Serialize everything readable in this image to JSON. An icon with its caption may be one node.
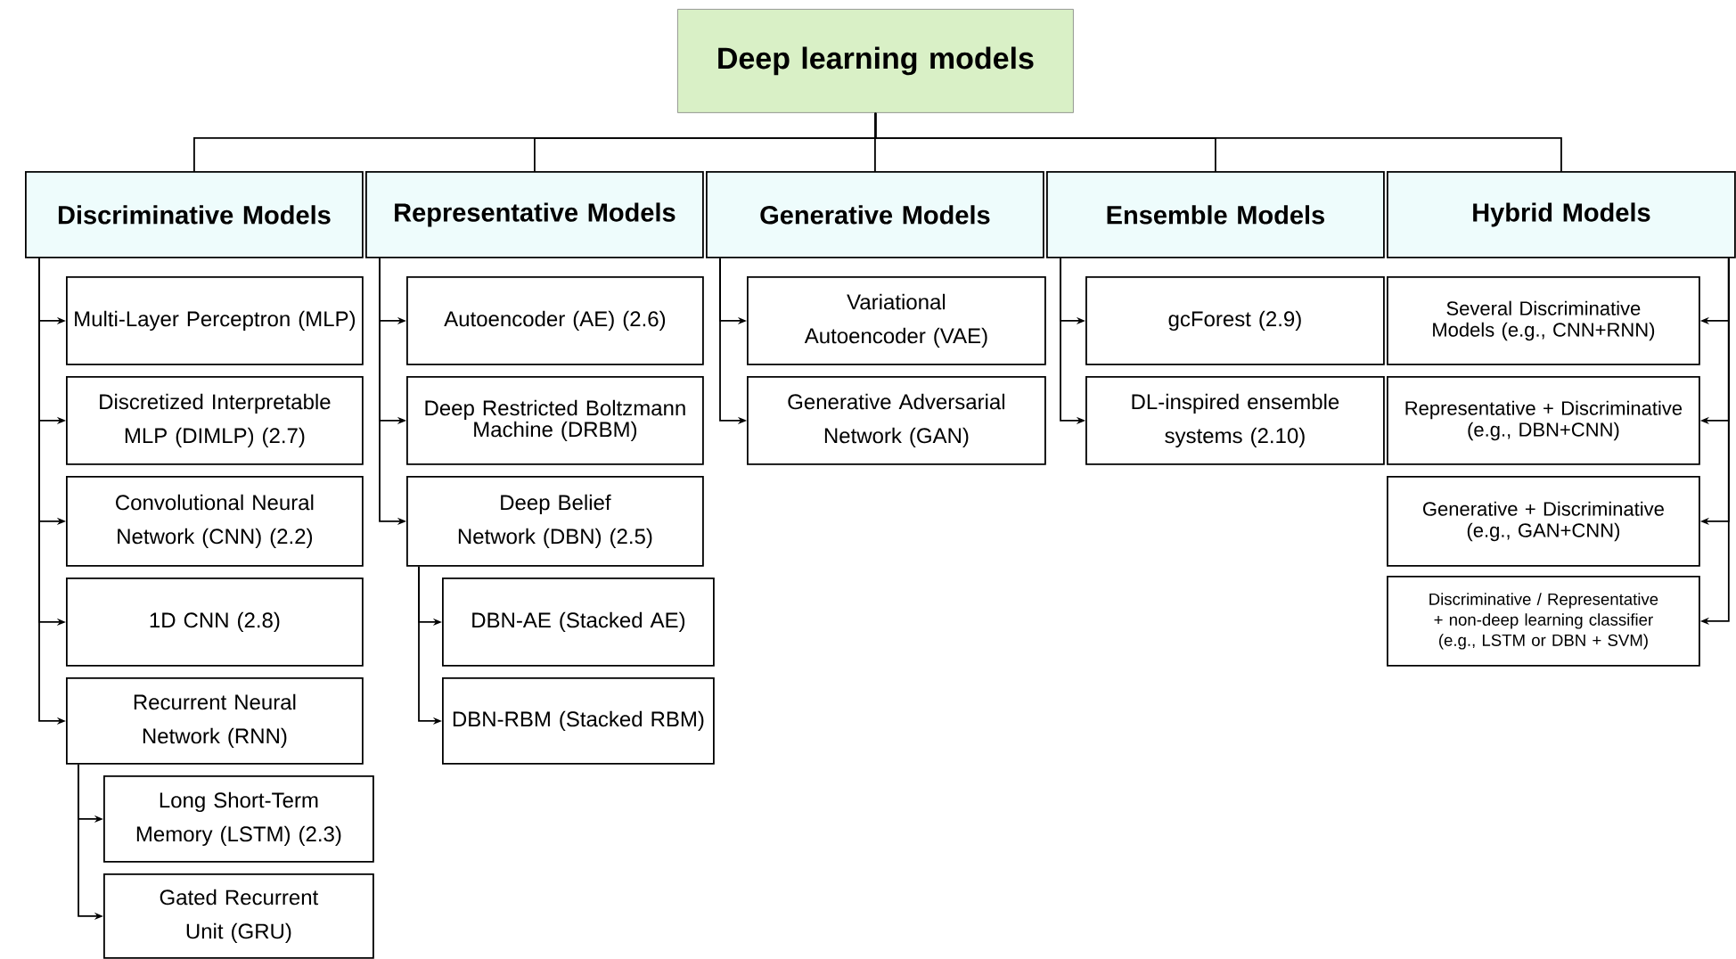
{
  "diagram": {
    "nodes": [
      {
        "text": [
          "Deep learning models"
        ]
      },
      {
        "text": [
          "Discriminative Models"
        ]
      },
      {
        "text": [
          "Representative Models"
        ]
      },
      {
        "text": [
          "Generative Models"
        ]
      },
      {
        "text": [
          "Ensemble Models"
        ]
      },
      {
        "text": [
          "Hybrid Models"
        ]
      },
      {
        "text": [
          "Multi-Layer Perceptron (MLP)"
        ]
      },
      {
        "text": [
          "Discretized Interpretable MLP (DIMLP) (2.7)"
        ]
      },
      {
        "text": [
          "Convolutional Neural Network (CNN) (2.2)"
        ]
      },
      {
        "text": [
          "1D CNN (2.8)"
        ]
      },
      {
        "text": [
          "Recurrent Neural Network (RNN)"
        ]
      },
      {
        "text": [
          "Long Short-Term Memory (LSTM) (2.3)"
        ]
      },
      {
        "text": [
          "Gated Recurrent Unit (GRU)"
        ]
      },
      {
        "text": [
          "Autoencoder (AE) (2.6)"
        ]
      },
      {
        "text": [
          "Deep Restricted Boltzmann Machine (DRBM)"
        ]
      },
      {
        "text": [
          "Deep Belief Network (DBN) (2.5)"
        ]
      },
      {
        "text": [
          "DBN-AE (Stacked AE)"
        ]
      },
      {
        "text": [
          "DBN-RBM (Stacked RBM)"
        ]
      },
      {
        "text": [
          "Variational Autoencoder (VAE)"
        ]
      },
      {
        "text": [
          "Generative Adversarial Network (GAN)"
        ]
      },
      {
        "text": [
          "gcForest (2.9)"
        ]
      },
      {
        "text": [
          "DL-inspired ensemble systems (2.10)"
        ]
      },
      {
        "text": [
          "Several Discriminative Models (e.g., CNN+RNN)"
        ]
      },
      {
        "text": [
          "Representative + Discriminative (e.g., DBN+CNN)"
        ]
      },
      {
        "text": [
          "Generative + Discriminative (e.g., GAN+CNN)"
        ]
      },
      {
        "text": [
          "Discriminative / Representative + non-deep learning classifier (e.g., LSTM or DBN + SVM)"
        ]
      }
    ],
    "edges": [
      {
        "from": 0,
        "to": 1,
        "arrow": "none"
      },
      {
        "from": 0,
        "to": 2,
        "arrow": "none"
      },
      {
        "from": 0,
        "to": 3,
        "arrow": "none"
      },
      {
        "from": 0,
        "to": 4,
        "arrow": "none"
      },
      {
        "from": 0,
        "to": 5,
        "arrow": "none"
      },
      {
        "from": 1,
        "to": 6,
        "arrow": "to"
      },
      {
        "from": 1,
        "to": 7,
        "arrow": "to"
      },
      {
        "from": 1,
        "to": 8,
        "arrow": "to"
      },
      {
        "from": 1,
        "to": 9,
        "arrow": "to"
      },
      {
        "from": 1,
        "to": 10,
        "arrow": "to"
      },
      {
        "from": 10,
        "to": 11,
        "arrow": "to"
      },
      {
        "from": 10,
        "to": 12,
        "arrow": "to"
      },
      {
        "from": 2,
        "to": 13,
        "arrow": "to"
      },
      {
        "from": 2,
        "to": 14,
        "arrow": "to"
      },
      {
        "from": 2,
        "to": 15,
        "arrow": "to"
      },
      {
        "from": 15,
        "to": 16,
        "arrow": "to"
      },
      {
        "from": 15,
        "to": 17,
        "arrow": "to"
      },
      {
        "from": 3,
        "to": 18,
        "arrow": "to"
      },
      {
        "from": 3,
        "to": 19,
        "arrow": "to"
      },
      {
        "from": 4,
        "to": 20,
        "arrow": "to"
      },
      {
        "from": 4,
        "to": 21,
        "arrow": "to"
      },
      {
        "from": 5,
        "to": 22,
        "arrow": "to"
      },
      {
        "from": 5,
        "to": 23,
        "arrow": "to"
      },
      {
        "from": 5,
        "to": 24,
        "arrow": "to"
      },
      {
        "from": 5,
        "to": 25,
        "arrow": "to"
      }
    ]
  }
}
